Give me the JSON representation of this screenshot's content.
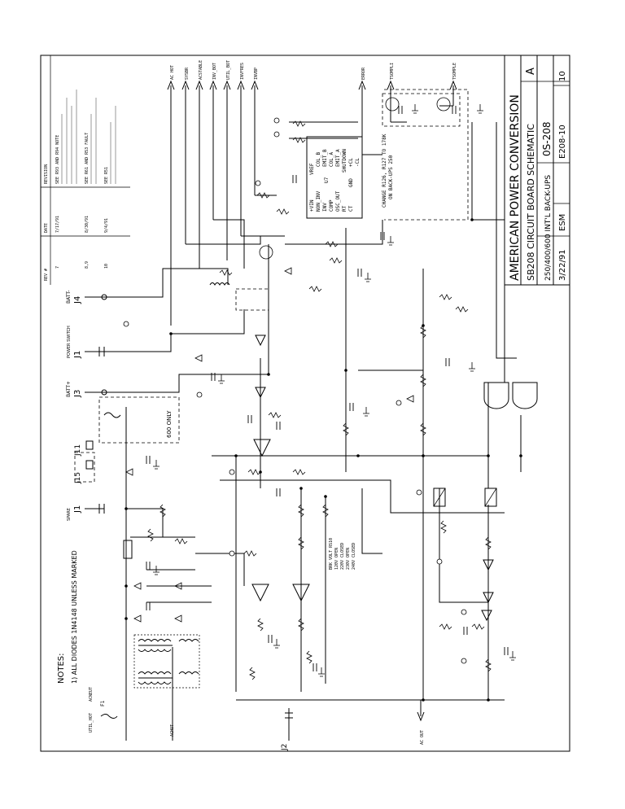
{
  "title_block": {
    "company": "AMERICAN POWER CONVERSION",
    "title": "SB208 CIRCUIT BOARD SCHEMATIC",
    "rev": "A",
    "model": "250/400/600 INT'L BACK-UPS",
    "doc_number": "0S-208",
    "drawing_number": "E208-10",
    "sheet": "10",
    "drawn_by": "ESM",
    "date": "3/22/91"
  },
  "notes": {
    "heading": "NOTES:",
    "line1": "1) ALL DIODES 1N4148 UNLESS MARKED"
  },
  "revision_table": {
    "col_rev": "REV #",
    "col_date": "DATE",
    "col_desc": "REVISION",
    "rows": [
      {
        "rev": "7",
        "date": "7/17/91",
        "desc": "SEE R93 AND R94 NOTE"
      },
      {
        "rev": "8,9",
        "date": "8/30/91",
        "desc": "SEE R61 AND R53 FAULT"
      },
      {
        "rev": "10",
        "date": "9/4/91",
        "desc": "SEE R51"
      }
    ]
  },
  "signals": [
    "AC HOT",
    "SYSBR",
    "ACSTABLE",
    "INV_BOT",
    "UTIL_BOT",
    "INVFRES",
    "INVBP",
    "ERROR",
    "TSOMPLI",
    "TSOMPLE"
  ],
  "connectors": [
    "J1",
    "J3",
    "J4",
    "J11",
    "J15",
    "J1",
    "J2"
  ],
  "connector_labels": [
    "BATT+",
    "BATT-",
    "POWER SWITCH",
    "SPARE"
  ],
  "box_600": "600 ONLY",
  "ic_pins": [
    "VREF",
    "COL_B",
    "EMIT_B",
    "COL_A",
    "EMIT_A",
    "SHUTDOWN",
    "+VIN",
    "NON_INV",
    "INV",
    "COMP",
    "OSC_OUT",
    "RT",
    "CT",
    "GND",
    "+CL",
    "-CL"
  ],
  "ic_ref": "U7",
  "change_note_1": "CHANGE R126, R127 TO 178K",
  "change_note_2": "ON BACK-UPS 250",
  "ac_out": "AC OUT",
  "bottom_labels": [
    "ACHOT",
    "ACNEUT",
    "UTIL_HOT"
  ],
  "fuse": "F1",
  "comparator_table": {
    "rows": [
      "BRK VOLT  RS10",
      "120V  OPEN",
      "220V  CLOSED",
      "230V  OPEN",
      "240V  CLOSED"
    ]
  }
}
